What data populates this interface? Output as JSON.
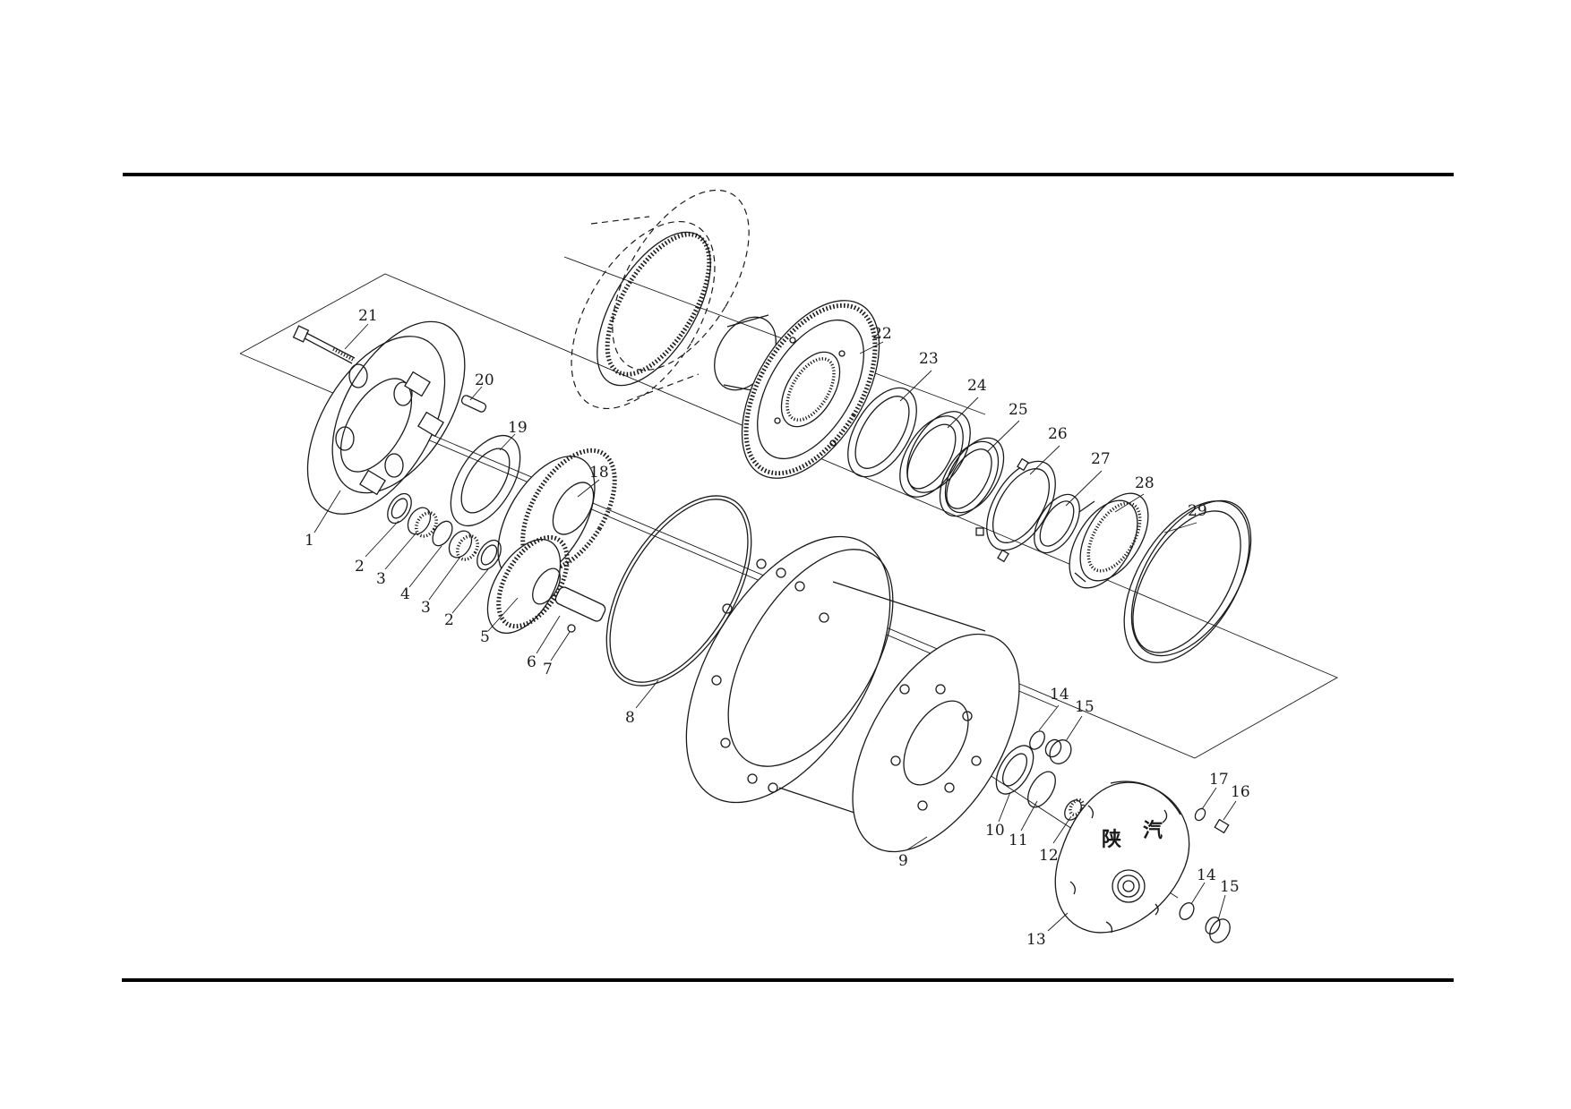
{
  "callouts": [
    {
      "id": "c21",
      "text": "21"
    },
    {
      "id": "c20",
      "text": "20"
    },
    {
      "id": "c19",
      "text": "19"
    },
    {
      "id": "c18",
      "text": "18"
    },
    {
      "id": "c1",
      "text": "1"
    },
    {
      "id": "c2a",
      "text": "2"
    },
    {
      "id": "c3a",
      "text": "3"
    },
    {
      "id": "c4",
      "text": "4"
    },
    {
      "id": "c3b",
      "text": "3"
    },
    {
      "id": "c2b",
      "text": "2"
    },
    {
      "id": "c5",
      "text": "5"
    },
    {
      "id": "c6",
      "text": "6"
    },
    {
      "id": "c7",
      "text": "7"
    },
    {
      "id": "c8",
      "text": "8"
    },
    {
      "id": "c22",
      "text": "22"
    },
    {
      "id": "c23",
      "text": "23"
    },
    {
      "id": "c24",
      "text": "24"
    },
    {
      "id": "c25",
      "text": "25"
    },
    {
      "id": "c26",
      "text": "26"
    },
    {
      "id": "c27",
      "text": "27"
    },
    {
      "id": "c28",
      "text": "28"
    },
    {
      "id": "c29",
      "text": "29"
    },
    {
      "id": "c14a",
      "text": "14"
    },
    {
      "id": "c15a",
      "text": "15"
    },
    {
      "id": "c9",
      "text": "9"
    },
    {
      "id": "c10",
      "text": "10"
    },
    {
      "id": "c11",
      "text": "11"
    },
    {
      "id": "c12",
      "text": "12"
    },
    {
      "id": "c17",
      "text": "17"
    },
    {
      "id": "c16",
      "text": "16"
    },
    {
      "id": "c14b",
      "text": "14"
    },
    {
      "id": "c15b",
      "text": "15"
    },
    {
      "id": "c13",
      "text": "13"
    }
  ],
  "cover_logo": {
    "char1": "陕",
    "char2": "汽"
  }
}
